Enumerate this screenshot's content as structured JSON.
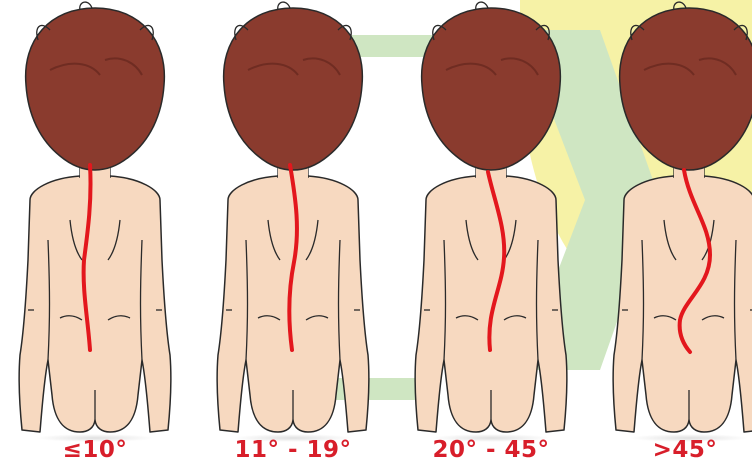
{
  "figures": [
    {
      "id": "stage-1",
      "label": "≤10°",
      "curve": "minimal"
    },
    {
      "id": "stage-2",
      "label": "11° - 19°",
      "curve": "mild"
    },
    {
      "id": "stage-3",
      "label": "20° - 45°",
      "curve": "moderate"
    },
    {
      "id": "stage-4",
      "label": ">45°",
      "curve": "severe"
    }
  ],
  "colors": {
    "spine": "#e3171d",
    "skin": "#f7d9c0",
    "skin_outline": "#2a2a2a",
    "hair": "#8a3b2e",
    "hair_dark": "#6f2c22",
    "label": "#d81e2a",
    "bg_yellow": "#f6f2a6",
    "bg_green": "#cfe6c2"
  },
  "icons": [
    "back-view-figure-icon",
    "spine-curve-icon"
  ]
}
